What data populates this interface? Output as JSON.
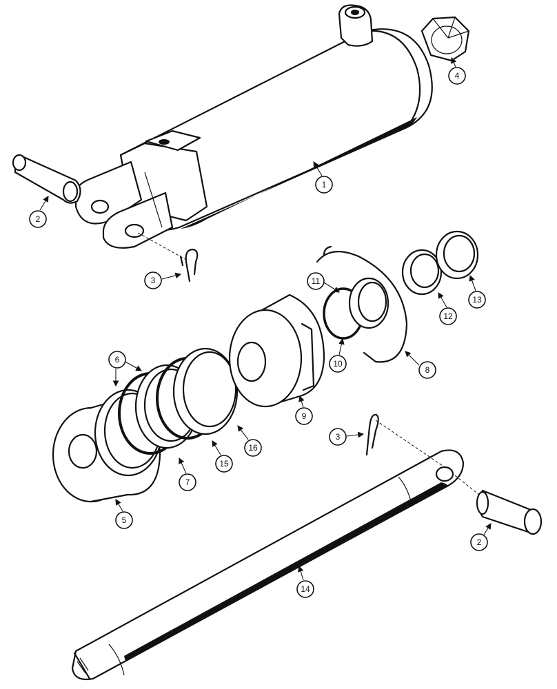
{
  "callouts": {
    "c1": "1",
    "c2a": "2",
    "c2b": "2",
    "c3a": "3",
    "c3b": "3",
    "c4": "4",
    "c5": "5",
    "c6": "6",
    "c7": "7",
    "c8": "8",
    "c9": "9",
    "c10": "10",
    "c11": "11",
    "c12": "12",
    "c13": "13",
    "c14": "14",
    "c15": "15",
    "c16": "16"
  }
}
